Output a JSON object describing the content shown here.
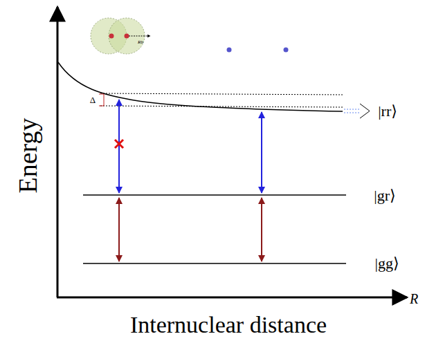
{
  "diagram": {
    "labels": [
      "Energy",
      "Internuclear distance",
      "R",
      "|rr⟩",
      "|gr⟩",
      "|gg⟩",
      "Δ",
      "Rb"
    ]
  }
}
